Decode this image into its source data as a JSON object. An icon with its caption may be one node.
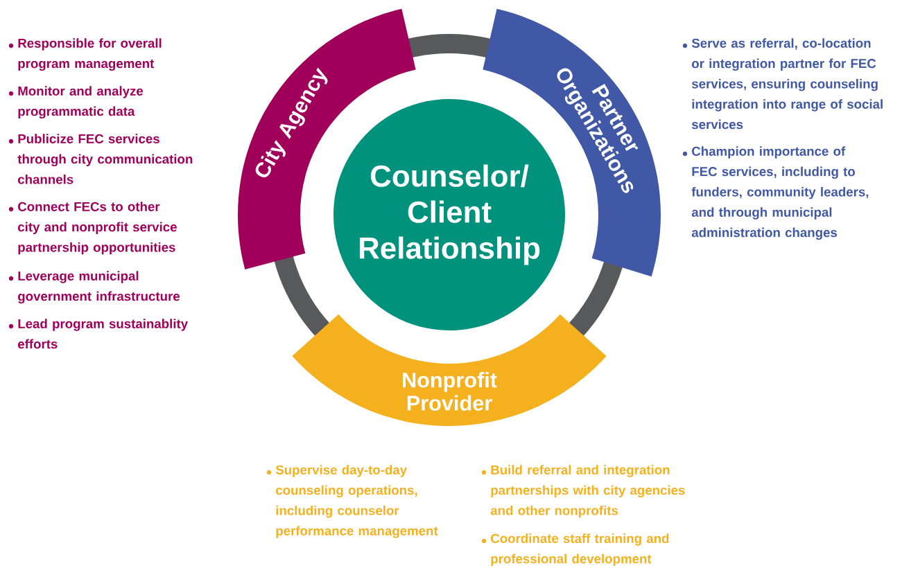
{
  "diagram": {
    "nodes": [
      {
        "text": [
          "Counselor/ Client Relationship"
        ]
      },
      {
        "text": [
          "City Agency"
        ],
        "beside": [
          "Responsible for overall program management",
          "Monitor and analyze programmatic data",
          "Publicize FEC services through city communication channels",
          "Connect FECs to other city and nonprofit service partnership opportunities",
          "Leverage municipal government infrastructure",
          "Lead program sustainablity efforts"
        ]
      },
      {
        "text": [
          "Partner Organizations"
        ],
        "beside": [
          "Serve as referral, co-location or integration partner for FEC services, ensuring counseling integration into range of social services",
          "Champion importance of FEC services, including to funders, community leaders, and through municipal administration changes"
        ]
      },
      {
        "text": [
          "Nonprofit Provider"
        ],
        "beside": [
          "Supervise day-to-day counseling operations, including counselor performance management",
          "Build referral and integration partnerships with city agencies and other nonprofits",
          "Coordinate staff training and professional development"
        ]
      }
    ]
  }
}
